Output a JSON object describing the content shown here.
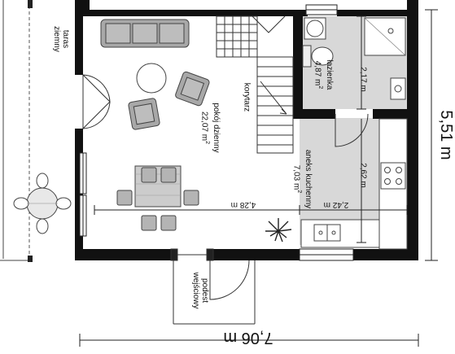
{
  "rooms": {
    "terrace": {
      "line1": "taras",
      "line2": "ziemny"
    },
    "living": {
      "line1": "pokój dzienny",
      "area_num": "22,07 m",
      "area_sup": "2"
    },
    "bathroom": {
      "line1": "łazienka",
      "area_num": "4,87 m",
      "area_sup": "2"
    },
    "kitchen": {
      "line1": "aneks kuchenny",
      "area_num": "7,03 m",
      "area_sup": "2"
    },
    "porch": {
      "line1": "podest",
      "line2": "wejściowy"
    },
    "stairs": {
      "label": "korytarz"
    }
  },
  "dimensions": {
    "living_width": "4,28 m",
    "kitchen_width": "2,42 m",
    "bath_height": "2,17 m",
    "kitchen_height": "2,62 m",
    "total_width": "7,06 m",
    "total_height": "5,51 m"
  },
  "colors": {
    "wall": "#111111",
    "wet_room": "#d9d9d9",
    "furniture": "#a8a8a8",
    "line": "#222222"
  }
}
